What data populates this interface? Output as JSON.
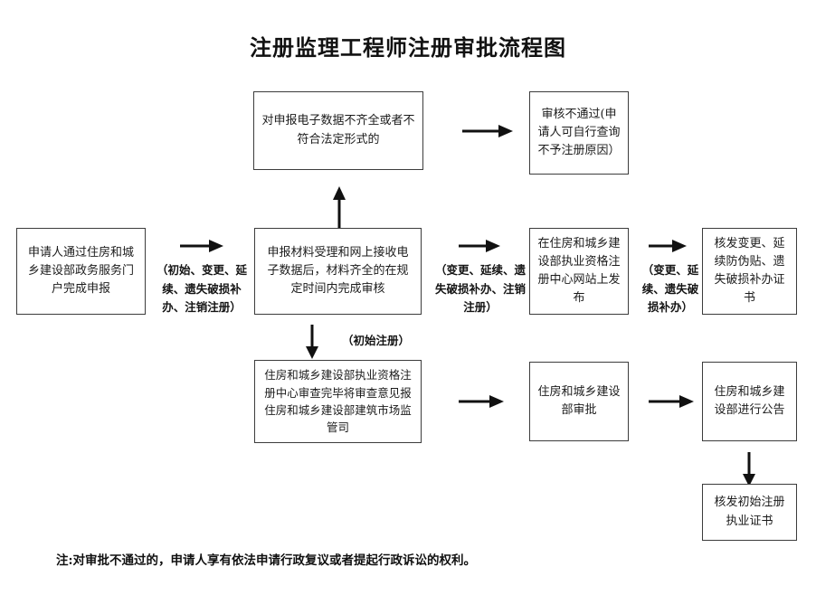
{
  "document": {
    "title": "注册监理工程师注册审批流程图",
    "note": "注:对审批不通过的，申请人享有依法申请行政复议或者提起行政诉讼的权利。"
  },
  "nodes": {
    "incomplete_data": "对申报电子数据不齐全或者不符合法定形式的",
    "review_failed": "审核不通过(申请人可自行查询不予注册原因）",
    "applicant_submit": "申请人通过住房和城乡建设部政务服务门户完成申报",
    "accept_and_review": "申报材料受理和网上接收电子数据后，材料齐全的在规定时间内完成审核",
    "publish_on_site": "在住房和城乡建设部执业资格注册中心网站上发布",
    "issue_change_cert": "核发变更、延续防伪贴、遗失破损补办证书",
    "center_review_report": "住房和城乡建设部执业资格注册中心审查完毕将审查意见报住房和城乡建设部建筑市场监管司",
    "ministry_approval": "住房和城乡建设部审批",
    "ministry_announcement": "住房和城乡建设部进行公告",
    "issue_initial_cert": "核发初始注册执业证书"
  },
  "edge_labels": {
    "submit_to_review": "（初始、变更、延续、遗失破损补办、注销注册）",
    "review_to_publish": "（变更、延续、遗失破损补办、注销注册）",
    "publish_to_issue": "（变更、延续、遗失破损补办）",
    "initial_registration": "（初始注册）"
  },
  "colors": {
    "box_border": "#3c3c3c",
    "text": "#1b1b1b",
    "background": "#ffffff",
    "arrow": "#111111"
  }
}
